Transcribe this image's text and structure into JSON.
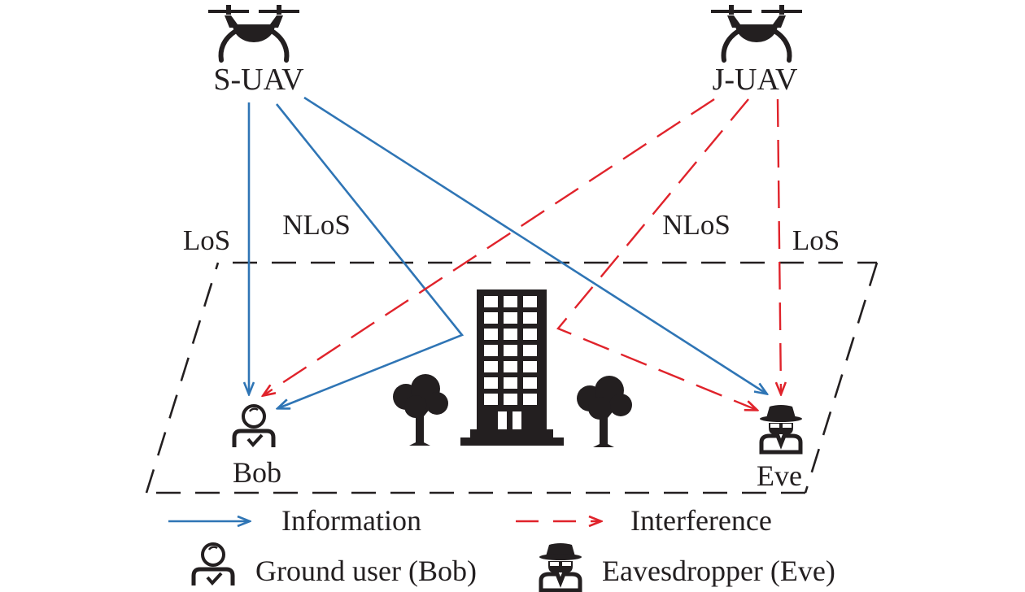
{
  "nodes": {
    "s_uav": "S-UAV",
    "j_uav": "J-UAV",
    "bob": "Bob",
    "eve": "Eve"
  },
  "links": {
    "s_los": "LoS",
    "s_nlos": "NLoS",
    "j_nlos": "NLoS",
    "j_los": "LoS"
  },
  "legend": {
    "information": "Information",
    "interference": "Interference",
    "ground_user": "Ground user (Bob)",
    "eavesdropper": "Eavesdropper (Eve)"
  },
  "colors": {
    "information": "#2f75b5",
    "interference": "#e0232b",
    "ink": "#231f20"
  }
}
